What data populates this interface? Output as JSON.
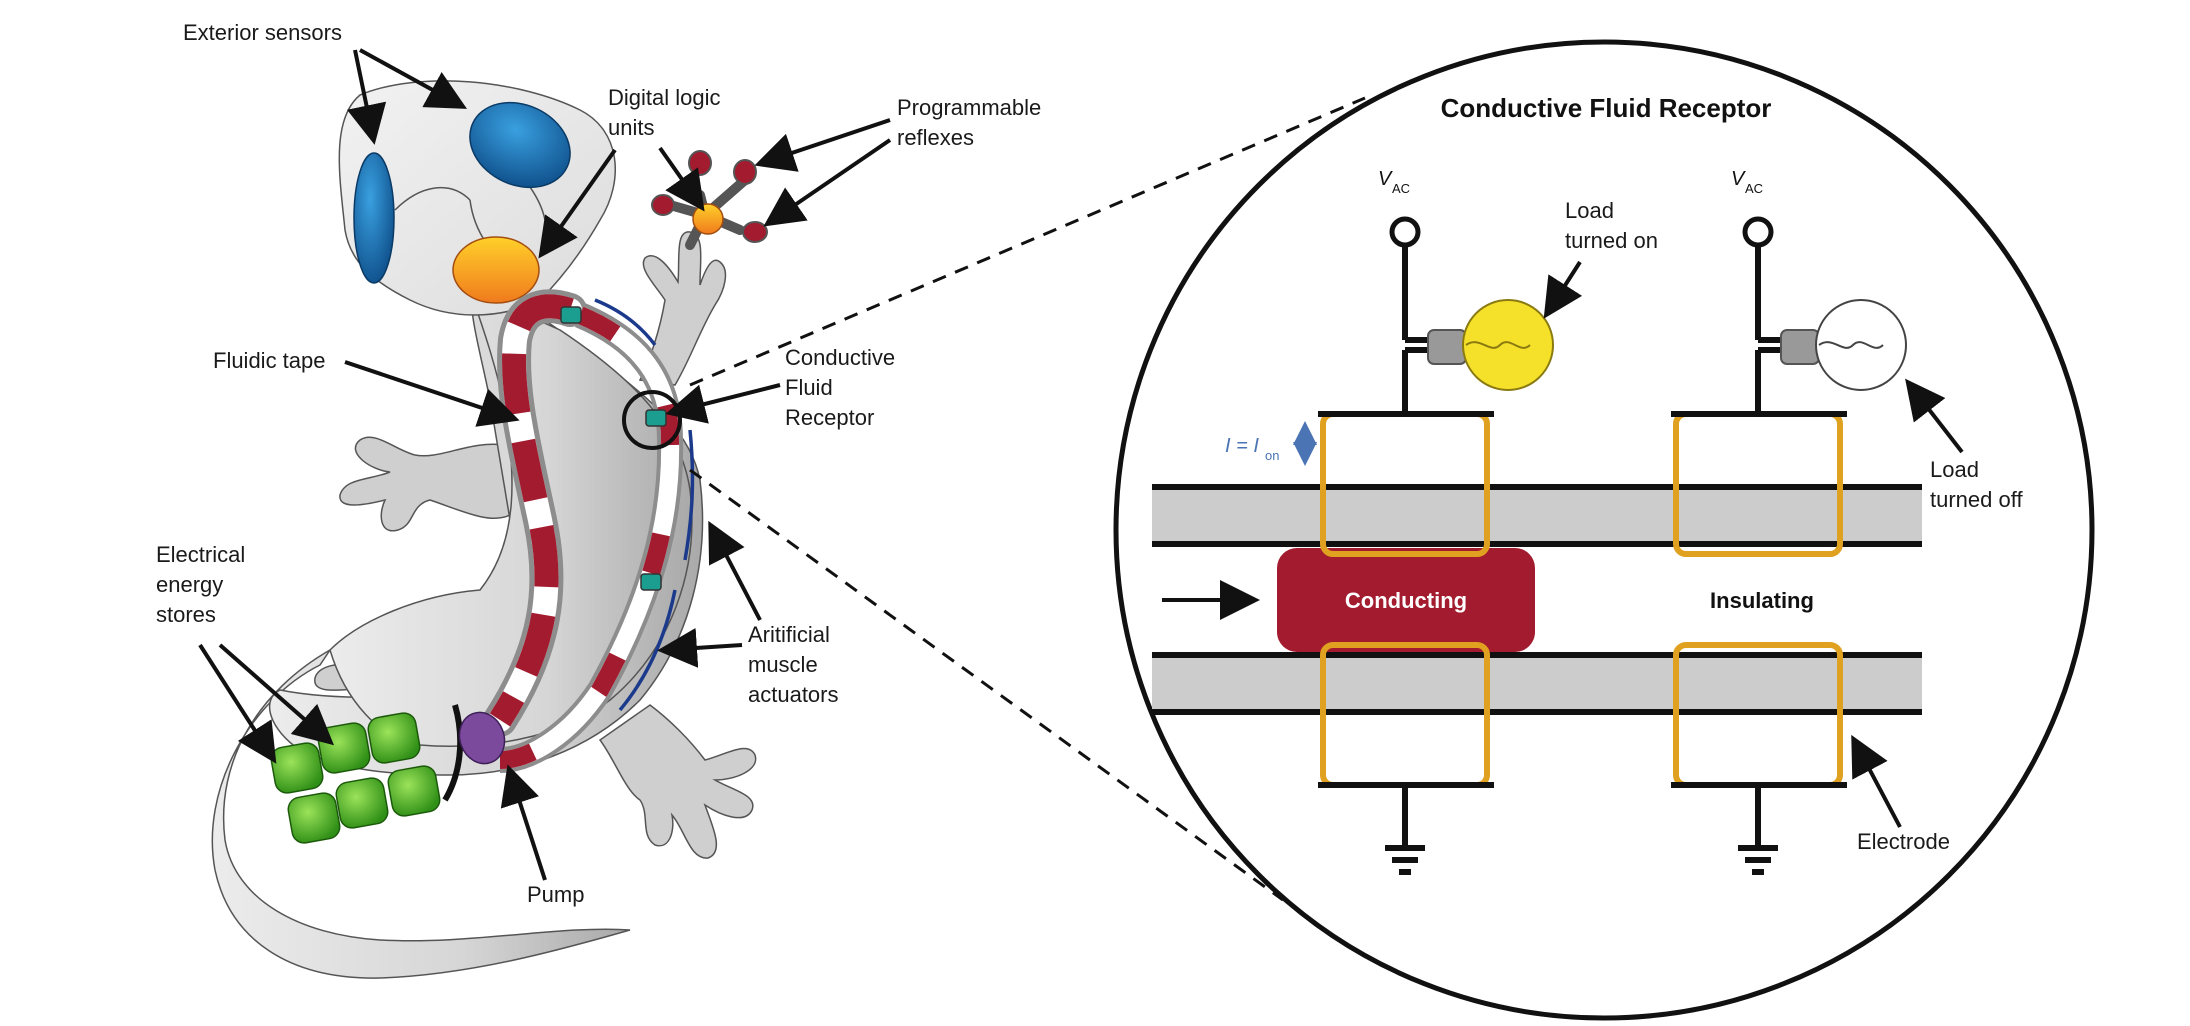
{
  "labels": {
    "exterior_sensors": "Exterior sensors",
    "digital_logic": [
      "Digital logic",
      "units"
    ],
    "programmable_reflexes": [
      "Programmable",
      "reflexes"
    ],
    "fluidic_tape": "Fluidic tape",
    "conductive_fluid_receptor": [
      "Conductive",
      "Fluid",
      "Receptor"
    ],
    "electrical_energy_stores": [
      "Electrical",
      "energy",
      "stores"
    ],
    "artificial_muscle_actuators": [
      "Aritificial",
      "muscle",
      "actuators"
    ],
    "pump": "Pump"
  },
  "inset": {
    "title": "Conductive Fluid Receptor",
    "vac_main": "V",
    "vac_sub": "AC",
    "load_on": [
      "Load",
      "turned on"
    ],
    "load_off": [
      "Load",
      "turned off"
    ],
    "current_main": "I = I",
    "current_sub": "on",
    "conducting": "Conducting",
    "insulating": "Insulating",
    "electrode": "Electrode"
  },
  "colors": {
    "gecko_body": "#d9d9d9",
    "sensor_blue": "#1a6fb0",
    "logic_orange": "#f7a41d",
    "reflex_red": "#a31b2e",
    "energy_green": "#4caf22",
    "pump_purple": "#7b4a9c",
    "tape_red": "#a31b2e",
    "receptor_teal": "#1b9e8f",
    "muscle_blue": "#1b3a8c",
    "electrode_gold": "#e0a020",
    "channel_gray": "#cccccc",
    "conducting_red": "#a31b2e",
    "bulb_yellow": "#f5e12a",
    "current_blue": "#4a74b4"
  }
}
